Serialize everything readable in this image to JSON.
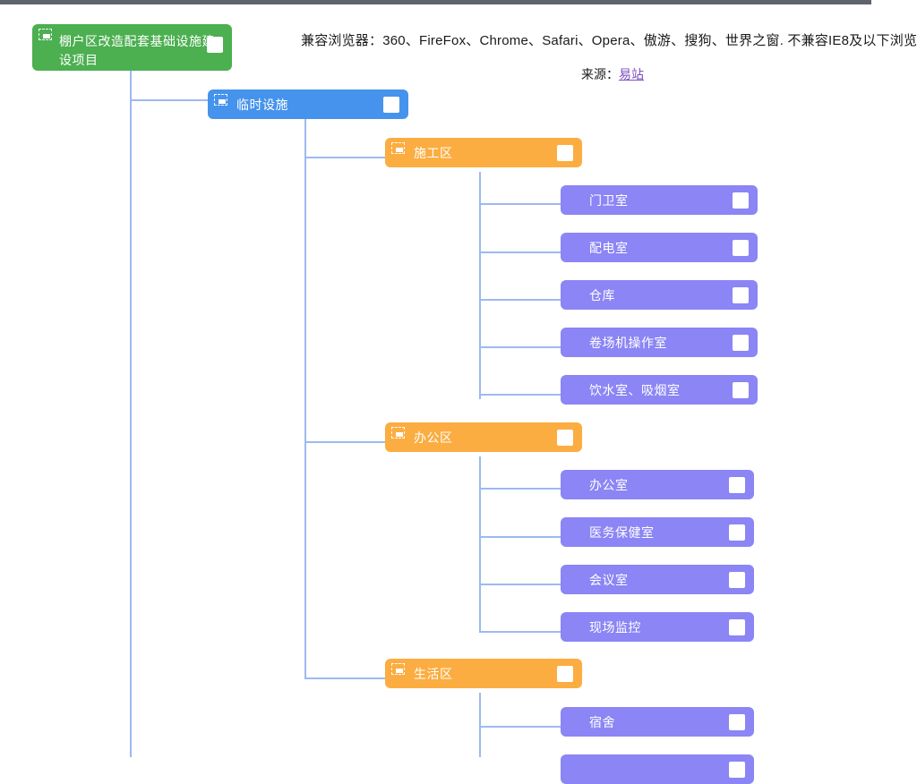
{
  "page": {
    "background": "#ffffff",
    "top_bar_color": "#5f636b"
  },
  "notice": {
    "compat_text": "兼容浏览器：360、FireFox、Chrome、Safari、Opera、傲游、搜狗、世界之窗. 不兼容IE8及以下浏览",
    "source_prefix": "来源：",
    "source_link": "易站"
  },
  "palette": {
    "root": "#4caf50",
    "level1": "#4593ec",
    "level2": "#fbad41",
    "level3": "#8b85f5",
    "connector": "#9db9f0",
    "checkbox": "#ffffff"
  },
  "mindmap": {
    "root": {
      "label": "棚户区改造配套基础设施建设项目",
      "level": "root"
    },
    "nodes": [
      {
        "id": "n1",
        "label": "临时设施",
        "level": "level1",
        "handle": true
      },
      {
        "id": "n2",
        "label": "施工区",
        "level": "level2",
        "handle": true
      },
      {
        "id": "n3",
        "label": "门卫室",
        "level": "level3",
        "handle": false
      },
      {
        "id": "n4",
        "label": "配电室",
        "level": "level3",
        "handle": false
      },
      {
        "id": "n5",
        "label": "仓库",
        "level": "level3",
        "handle": false
      },
      {
        "id": "n6",
        "label": "卷场机操作室",
        "level": "level3",
        "handle": false
      },
      {
        "id": "n7",
        "label": "饮水室、吸烟室",
        "level": "level3",
        "handle": false
      },
      {
        "id": "n8",
        "label": "办公区",
        "level": "level2",
        "handle": true
      },
      {
        "id": "n9",
        "label": "办公室",
        "level": "level3",
        "handle": false
      },
      {
        "id": "n10",
        "label": "医务保健室",
        "level": "level3",
        "handle": false
      },
      {
        "id": "n11",
        "label": "会议室",
        "level": "level3",
        "handle": false
      },
      {
        "id": "n12",
        "label": "现场监控",
        "level": "level3",
        "handle": false
      },
      {
        "id": "n13",
        "label": "生活区",
        "level": "level2",
        "handle": true
      },
      {
        "id": "n14",
        "label": "宿舍",
        "level": "level3",
        "handle": false
      },
      {
        "id": "n15",
        "label": "",
        "level": "level3",
        "handle": false
      }
    ]
  }
}
